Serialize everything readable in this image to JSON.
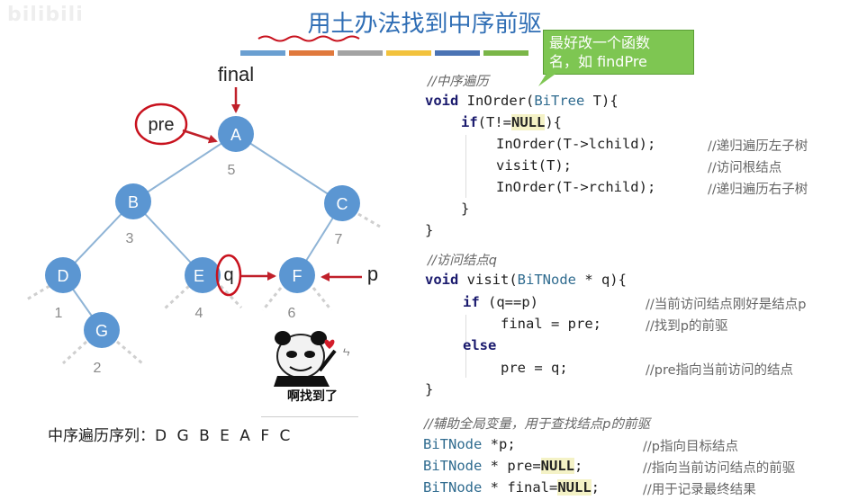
{
  "title": "用土办法找到中序前驱",
  "watermark": "bilibili",
  "callout": {
    "line1": "最好改一个函数",
    "line2": "名，如 findPre"
  },
  "color_bar": [
    "#6a9fd1",
    "#e0793d",
    "#a3a3a3",
    "#f2c23d",
    "#4a73b4",
    "#7ab648"
  ],
  "tree": {
    "nodes": [
      {
        "id": "A",
        "order": "5"
      },
      {
        "id": "B",
        "order": "3"
      },
      {
        "id": "C",
        "order": "7"
      },
      {
        "id": "D",
        "order": "1"
      },
      {
        "id": "E",
        "order": "4"
      },
      {
        "id": "F",
        "order": "6"
      },
      {
        "id": "G",
        "order": "2"
      }
    ],
    "labels": {
      "final": "final",
      "pre": "pre",
      "q": "q",
      "p": "p"
    }
  },
  "inorder_sequence": {
    "label": "中序遍历序列：",
    "value": "D G B E A F C"
  },
  "meme_caption": "啊找到了",
  "code": {
    "c1": "//中序遍历",
    "l1_kw": "void",
    "l1_rest": " InOrder(",
    "l1_ty": "BiTree",
    "l1_end": " T){",
    "l2_kw": "if",
    "l2_a": "(T!=",
    "l2_hl": "NULL",
    "l2_b": "){",
    "l3": "InOrder(T->lchild);",
    "l3c": "//递归遍历左子树",
    "l4": "visit(T);",
    "l4c": "//访问根结点",
    "l5": "InOrder(T->rchild);",
    "l5c": "//递归遍历右子树",
    "l6": "}",
    "l7": "}",
    "c2": "//访问结点q",
    "v1_kw": "void",
    "v1_rest": " visit(",
    "v1_ty": "BiTNode",
    "v1_end": " * q){",
    "v2_kw": "if",
    "v2_rest": " (q==p)",
    "v2c": "//当前访问结点刚好是结点p",
    "v3": "final = pre;",
    "v3c": "//找到p的前驱",
    "v4_kw": "else",
    "v5": "pre = q;",
    "v5c": "//pre指向当前访问的结点",
    "v6": "}",
    "c3": "//辅助全局变量，用于查找结点p的前驱",
    "g1_ty": "BiTNode",
    "g1_rest": " *p;",
    "g1c": "//p指向目标结点",
    "g2_ty": "BiTNode",
    "g2_rest": " * pre=",
    "g2_hl": "NULL",
    "g2_end": ";",
    "g2c": "//指向当前访问结点的前驱",
    "g3_ty": "BiTNode",
    "g3_rest": " * final=",
    "g3_hl": "NULL",
    "g3_end": ";",
    "g3c": "//用于记录最终结果"
  }
}
